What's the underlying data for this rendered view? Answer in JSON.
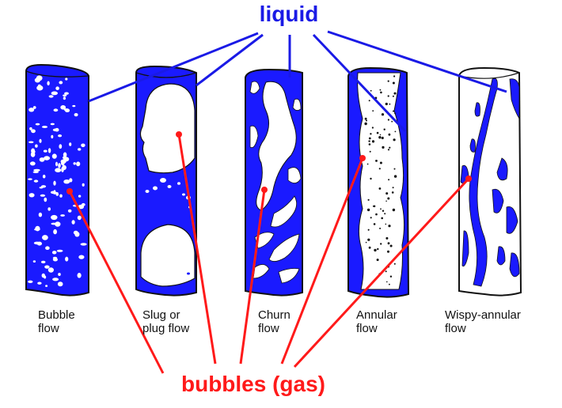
{
  "labels": {
    "liquid": "liquid",
    "bubbles": "bubbles (gas)"
  },
  "colors": {
    "liquid": "#1a1aff",
    "gas_pointer": "#ff1a1a",
    "liquid_pointer": "#1a1ae6",
    "outline": "#111111",
    "gas": "#ffffff"
  },
  "patterns": [
    {
      "id": "bubble",
      "line1": "Bubble",
      "line2": "flow"
    },
    {
      "id": "slug",
      "line1": "Slug or",
      "line2": "plug flow"
    },
    {
      "id": "churn",
      "line1": "Churn",
      "line2": "flow"
    },
    {
      "id": "annular",
      "line1": "Annular",
      "line2": "flow"
    },
    {
      "id": "wispy",
      "line1": "Wispy-annular",
      "line2": "flow"
    }
  ]
}
